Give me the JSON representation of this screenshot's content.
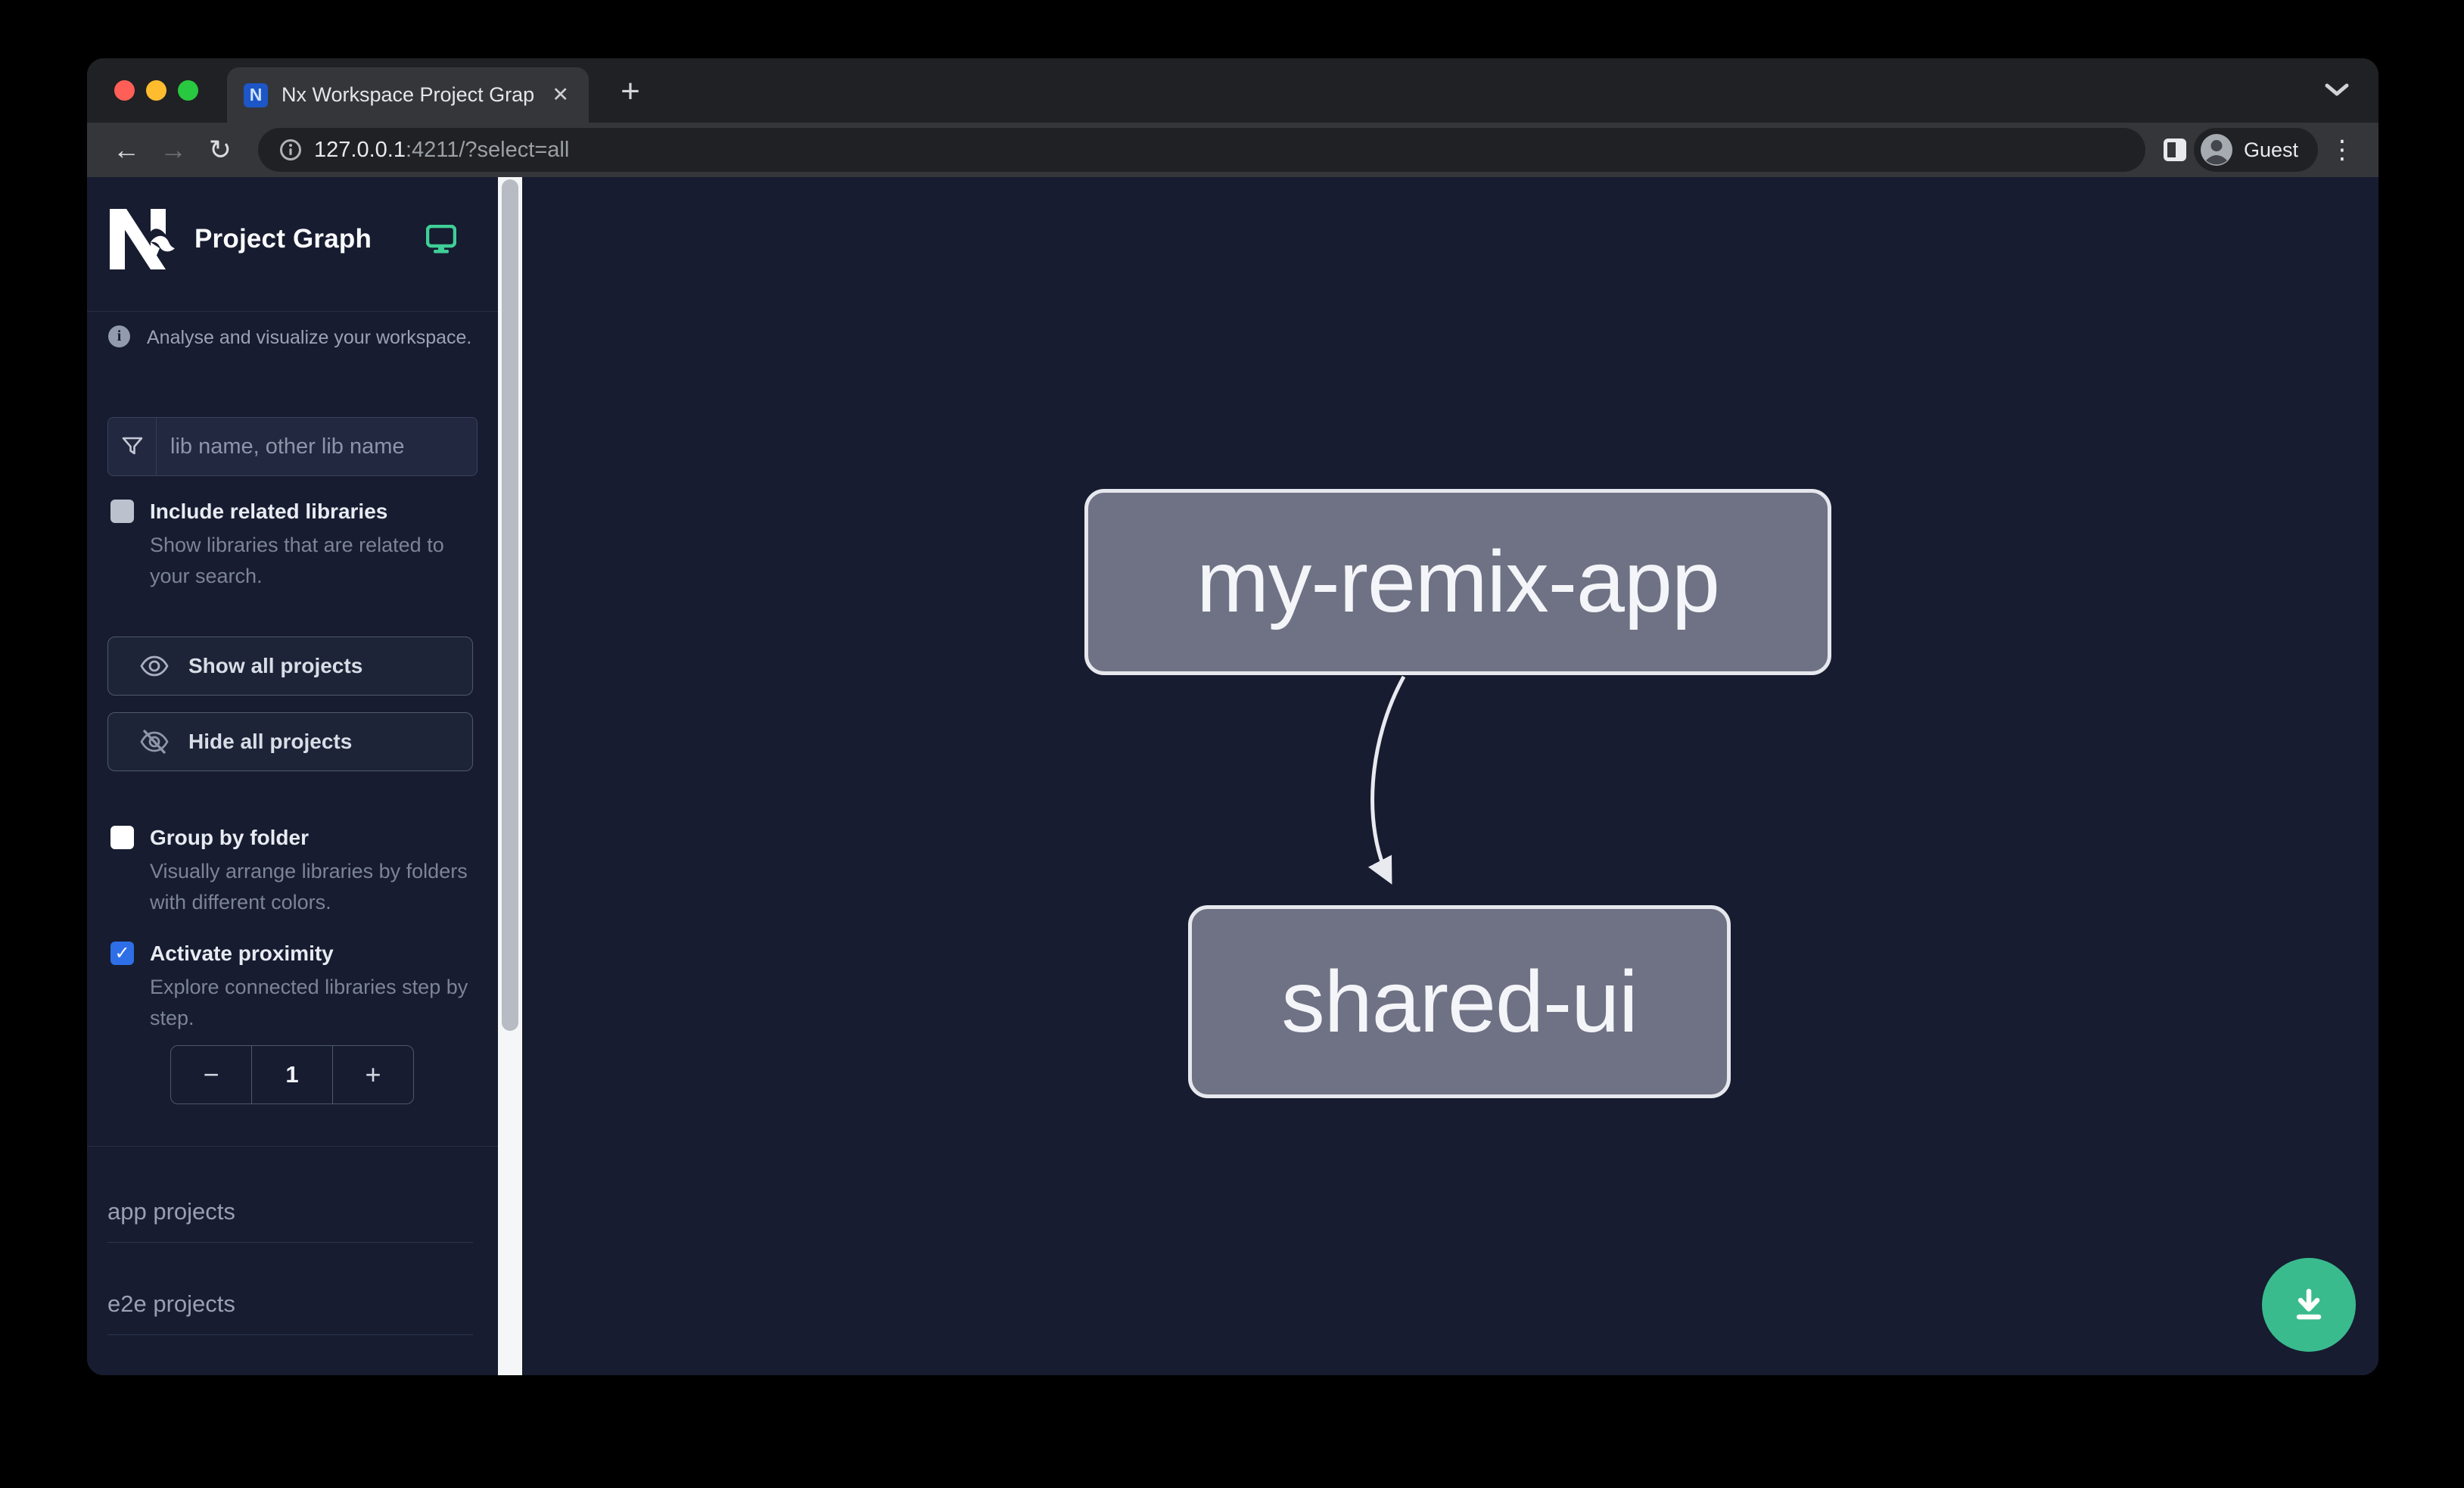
{
  "browser": {
    "tab_title": "Nx Workspace Project Graph",
    "url": {
      "host": "127.0.0.1",
      "rest": ":4211/?select=all"
    },
    "profile_label": "Guest",
    "icons": {
      "close_tab": "✕",
      "new_tab": "+",
      "back": "←",
      "forward": "→",
      "reload": "↻",
      "menu": "⋮",
      "info": "i"
    }
  },
  "sidebar": {
    "app_title": "Project Graph",
    "tagline": "Analyse and visualize your workspace.",
    "search_placeholder": "lib name, other lib name",
    "include_related": {
      "label": "Include related libraries",
      "desc": "Show libraries that are related to your search.",
      "checked": false
    },
    "show_all_label": "Show all projects",
    "hide_all_label": "Hide all projects",
    "group_by_folder": {
      "label": "Group by folder",
      "desc": "Visually arrange libraries by folders with different colors.",
      "checked": false
    },
    "proximity": {
      "label": "Activate proximity",
      "desc": "Explore connected libraries step by step.",
      "checked": true,
      "check_glyph": "✓"
    },
    "stepper": {
      "decrement": "−",
      "value": "1",
      "increment": "+"
    },
    "sections": [
      {
        "label": "app projects"
      },
      {
        "label": "e2e projects"
      }
    ]
  },
  "graph": {
    "nodes": [
      {
        "label": "my-remix-app"
      },
      {
        "label": "shared-ui"
      }
    ],
    "edge": {
      "source": "my-remix-app",
      "target": "shared-ui"
    }
  },
  "colors": {
    "canvas_bg": "#171c30",
    "node_fill": "#6e7284",
    "node_border": "#e6e8ee",
    "edge": "#e8eaf0",
    "accent_green": "#3abb8d",
    "checkbox_blue": "#2e6fe8",
    "monitor_green": "#3ecf97"
  }
}
